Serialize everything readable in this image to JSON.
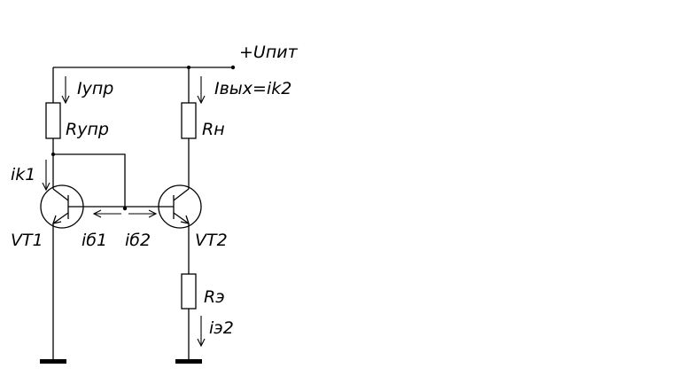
{
  "diagram": {
    "type": "circuit-schematic",
    "labels": {
      "supply": "+Uпит",
      "i_ctrl": "Iупр",
      "r_ctrl": "Rупр",
      "i_out": "Iвых=ik2",
      "r_load": "Rн",
      "ik1": "ik1",
      "vt1": "VT1",
      "vt2": "VT2",
      "ib1": "iб1",
      "ib2": "iб2",
      "r_emitter": "Rэ",
      "ie2": "iэ2"
    },
    "components": [
      {
        "id": "VT1",
        "kind": "npn-transistor"
      },
      {
        "id": "VT2",
        "kind": "npn-transistor"
      },
      {
        "id": "Rупр",
        "kind": "resistor"
      },
      {
        "id": "Rн",
        "kind": "resistor"
      },
      {
        "id": "Rэ",
        "kind": "resistor"
      }
    ],
    "colors": {
      "line": "#000000",
      "background": "#ffffff"
    }
  }
}
